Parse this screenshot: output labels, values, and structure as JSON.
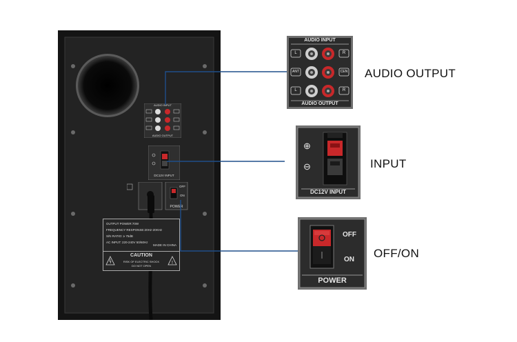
{
  "callouts": {
    "audio_output": "AUDIO OUTPUT",
    "input": "INPUT",
    "off_on": "OFF/ON"
  },
  "audio_panel": {
    "top_label": "AUDIO INPUT",
    "bottom_label": "AUDIO OUTPUT",
    "left_jacks": [
      "L",
      "ANT",
      "L"
    ],
    "right_jacks": [
      "R",
      "CEN",
      "R"
    ]
  },
  "dc_panel": {
    "label": "DC12V INPUT",
    "plus": "⊕",
    "minus": "⊖"
  },
  "power_panel": {
    "off": "OFF",
    "on": "ON",
    "label": "POWER"
  },
  "speaker_back": {
    "small_audio_top": "AUDIO INPUT",
    "small_audio_bottom": "AUDIO OUTPUT",
    "small_dc_label": "DC12V INPUT",
    "small_power_label": "POWER",
    "small_off": "OFF",
    "small_on": "ON",
    "spec_lines": [
      "OUTPUT POWER:70W",
      "FREQUENCY RESPONSE:20Hz-20KHz",
      "S/N RATIO: ≥ 75dB",
      "AC INPUT: 220-240V 50/60Hz"
    ],
    "made_in": "MADE IN CHINA",
    "caution_title": "CAUTION",
    "caution_lines": [
      "RISK OF ELECTRIC SHOCK",
      "DO NOT OPEN"
    ]
  },
  "colors": {
    "cabinet": "#1c1c1c",
    "panel": "#2a2a2a",
    "leader_line": "#1f4e8a",
    "jack_red": "#c8282a",
    "jack_white": "#e6e6e6"
  }
}
